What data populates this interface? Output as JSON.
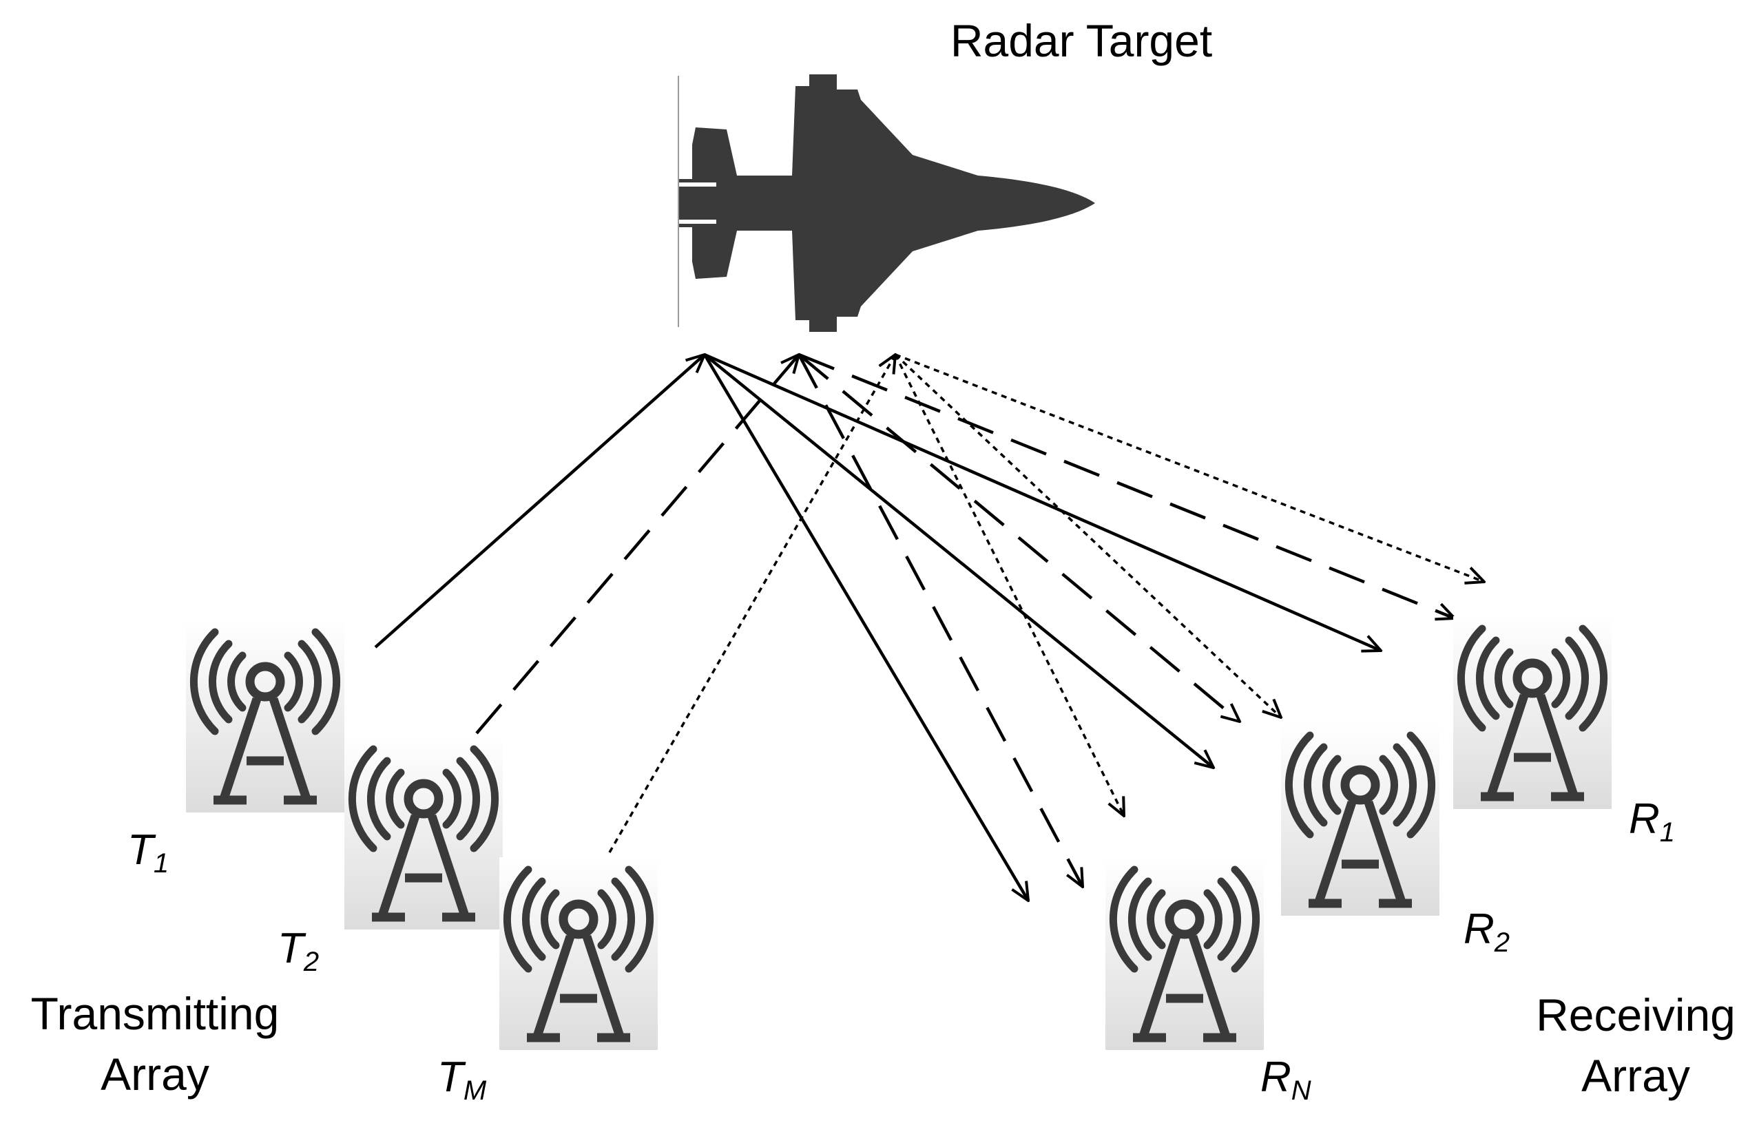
{
  "target": {
    "label": "Radar Target",
    "icon": "fighter-jet-icon"
  },
  "transmitting_array": {
    "label_line1": "Transmitting",
    "label_line2": "Array",
    "antennas": [
      {
        "letter": "T",
        "sub": "1"
      },
      {
        "letter": "T",
        "sub": "2"
      },
      {
        "letter": "T",
        "sub": "M"
      }
    ]
  },
  "receiving_array": {
    "label_line1": "Receiving",
    "label_line2": "Array",
    "antennas": [
      {
        "letter": "R",
        "sub": "1"
      },
      {
        "letter": "R",
        "sub": "2"
      },
      {
        "letter": "R",
        "sub": "N"
      }
    ]
  },
  "antenna_icon": "antenna-tower-icon",
  "line_styles": {
    "T1": "solid",
    "T2": "dashed",
    "TM": "dotted"
  },
  "colors": {
    "ink": "#000000",
    "icon": "#3a3a3a",
    "icon_bg": "#e4e4e4"
  }
}
